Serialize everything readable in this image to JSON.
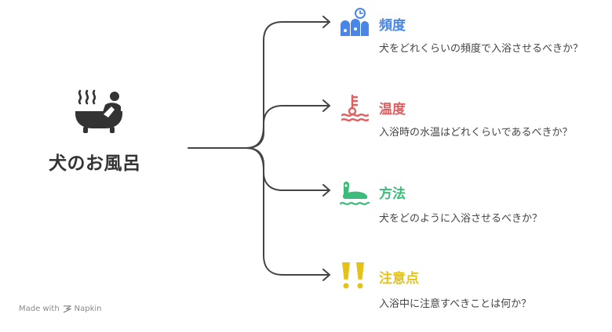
{
  "center": {
    "title": "犬のお風呂",
    "icon": "dog-bath-icon"
  },
  "branches": [
    {
      "title": "頻度",
      "desc": "犬をどれくらいの頻度で入浴させるべきか？",
      "color": "#4a86e8",
      "icon": "frequency-icon"
    },
    {
      "title": "温度",
      "desc": "入浴時の水温はどれくらいであるべきか？",
      "color": "#e06060",
      "icon": "thermometer-water-icon"
    },
    {
      "title": "方法",
      "desc": "犬をどのように入浴させるべきか？",
      "color": "#3dbb7a",
      "icon": "dog-swimming-icon"
    },
    {
      "title": "注意点",
      "desc": "入浴中に注意すべきことは何か？",
      "color": "#e3c21a",
      "icon": "double-exclamation-icon"
    }
  ],
  "footer": {
    "made_with": "Made with",
    "brand": "Napkin"
  }
}
